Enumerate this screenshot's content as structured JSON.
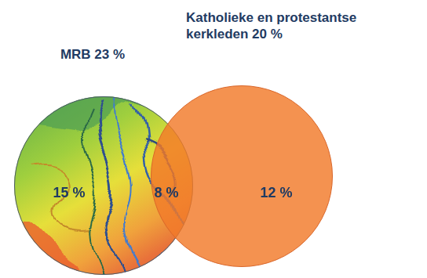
{
  "diagram": {
    "nodes": [
      {
        "text": [
          "MRB 23 %",
          "15 %"
        ]
      },
      {
        "text": [
          "Katholieke en protestantse kerkleden 20 %",
          "12 %"
        ]
      }
    ],
    "labels": [
      "8 %"
    ]
  }
}
